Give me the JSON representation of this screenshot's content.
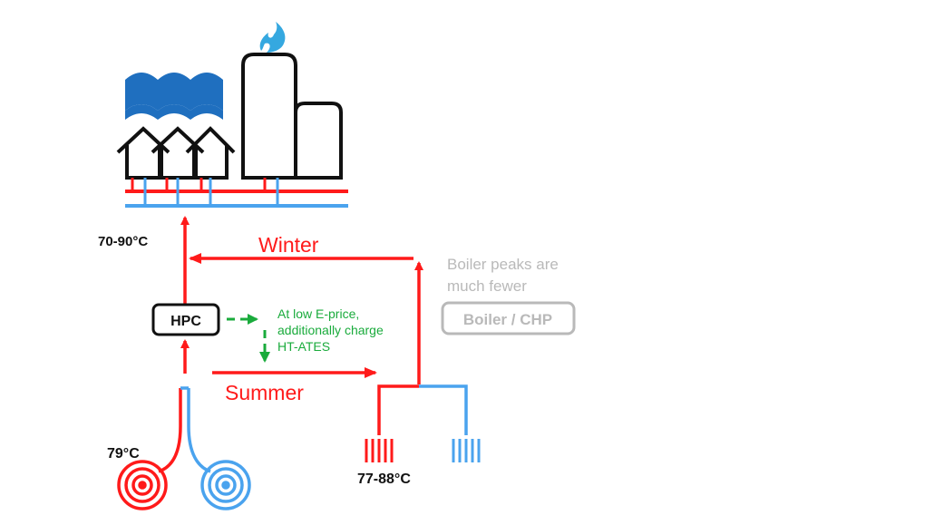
{
  "labels": {
    "supply_temp": "70-90°C",
    "winter": "Winter",
    "summer": "Summer",
    "hpc": "HPC",
    "boiler_note_line1": "Boiler peaks are",
    "boiler_note_line2": "much fewer",
    "boiler_box": "Boiler / CHP",
    "green_note_line1": "At low E-price,",
    "green_note_line2": "additionally charge",
    "green_note_line3": "HT-ATES",
    "well_temp_left": "79°C",
    "well_temp_right": "77-88°C"
  },
  "colors": {
    "hot": "#ff1a1a",
    "cold": "#4aa3ee",
    "water": "#1f6fbf",
    "flame": "#35a8e0",
    "green": "#1aab3c",
    "grey": "#b9b9b9",
    "black": "#111111"
  },
  "icons": {
    "water": "water-waves-icon",
    "houses": "house-icon",
    "buildings": "building-icon",
    "flame": "flame-icon",
    "hot_well": "hot-coil-icon",
    "cold_well": "cold-coil-icon"
  }
}
